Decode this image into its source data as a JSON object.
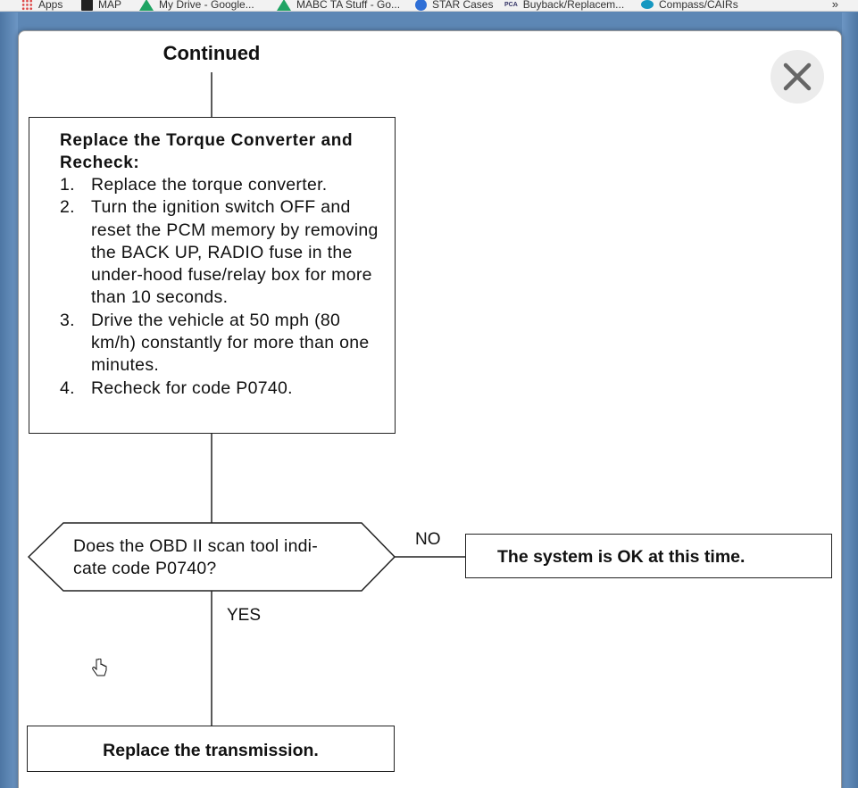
{
  "bookmarks": [
    {
      "label": "Apps",
      "icon": "apps-grid-icon"
    },
    {
      "label": "MAP",
      "icon": "map-icon"
    },
    {
      "label": "My Drive - Google...",
      "icon": "google-drive-icon"
    },
    {
      "label": "MABC TA Stuff - Go...",
      "icon": "google-drive-icon"
    },
    {
      "label": "STAR Cases",
      "icon": "star-globe-icon"
    },
    {
      "label": "Buyback/Replacem...",
      "icon": "pca-icon",
      "icon_text": "PCA"
    },
    {
      "label": "Compass/CAIRs",
      "icon": "salesforce-cloud-icon"
    }
  ],
  "bookmarks_overflow": "»",
  "flowchart": {
    "continued_label": "Continued",
    "step_box": {
      "title": "Replace the Torque Converter and Recheck:",
      "steps": [
        {
          "num": "1.",
          "text": "Replace the torque converter."
        },
        {
          "num": "2.",
          "text": "Turn the ignition switch OFF and reset the PCM memory by removing the BACK UP, RADIO fuse in the under-hood fuse/relay box for more than 10 seconds."
        },
        {
          "num": "3.",
          "text": "Drive the vehicle at 50 mph (80 km/h) constantly for more than one minutes."
        },
        {
          "num": "4.",
          "text": "Recheck for code P0740."
        }
      ]
    },
    "decision": {
      "question_line1": "Does the OBD II scan tool indi-",
      "question_line2": "cate code P0740?"
    },
    "no_label": "NO",
    "yes_label": "YES",
    "no_result": "The system is OK at this time.",
    "yes_result": "Replace the transmission."
  },
  "colors": {
    "background": "#5d87b5",
    "modal": "#ffffff",
    "close_button": "#ececec",
    "close_icon": "#666666"
  }
}
